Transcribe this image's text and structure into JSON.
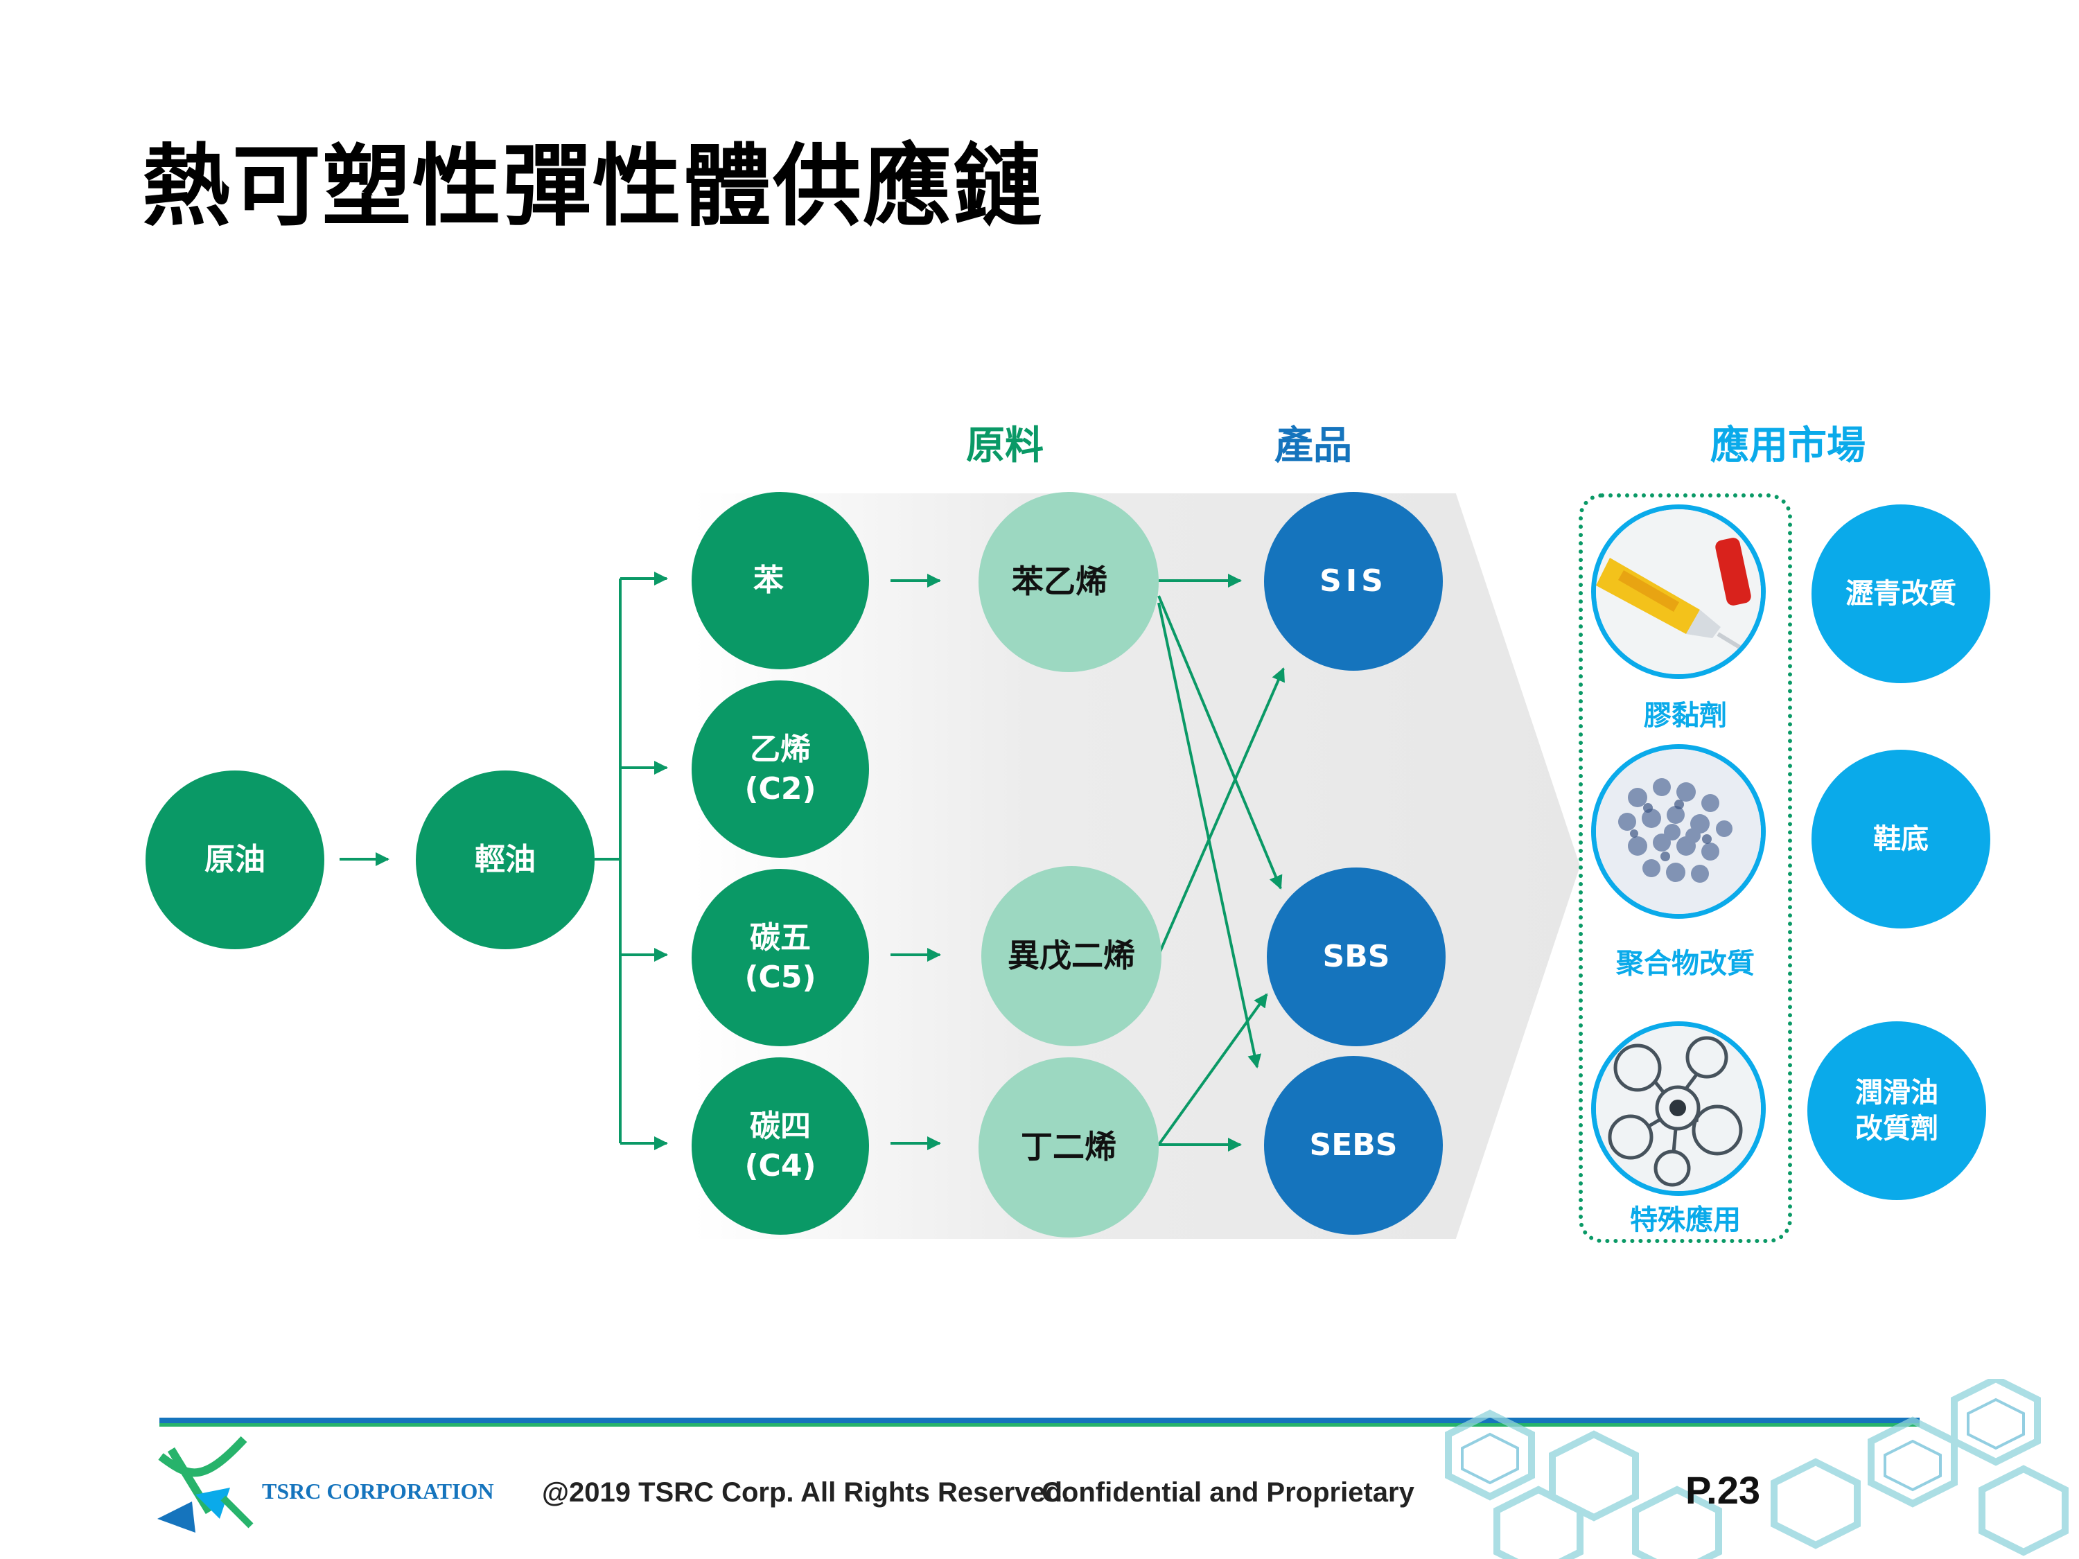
{
  "title": "熱可塑性彈性體供應鏈",
  "headers": {
    "raw": "原料",
    "product": "產品",
    "market": "應用市場"
  },
  "colors": {
    "green": "#0a9966",
    "light_green": "#9cd8c1",
    "blue": "#1574bd",
    "cyan": "#0aaaea"
  },
  "nodes": {
    "crude": "原油",
    "naphtha": "輕油",
    "benzene": "苯",
    "ethylene": {
      "name": "乙烯",
      "code": "(C2)"
    },
    "c5": {
      "name": "碳五",
      "code": "(C5)"
    },
    "c4": {
      "name": "碳四",
      "code": "(C4)"
    },
    "styrene": "苯乙烯",
    "isoprene": "異戊二烯",
    "butadiene": "丁二烯"
  },
  "products": [
    "SIS",
    "SBS",
    "SEBS"
  ],
  "applications": {
    "featured": [
      "膠黏劑",
      "聚合物改質",
      "特殊應用"
    ],
    "asphalt": "瀝青改質",
    "shoe_sole": "鞋底",
    "lubricant": {
      "line1": "潤滑油",
      "line2": "改質劑"
    }
  },
  "footer": {
    "company": "TSRC CORPORATION",
    "copyright": "@2019 TSRC Corp. All Rights Reserved.",
    "confidential": "Confidential and Proprietary",
    "page": "P.23"
  }
}
